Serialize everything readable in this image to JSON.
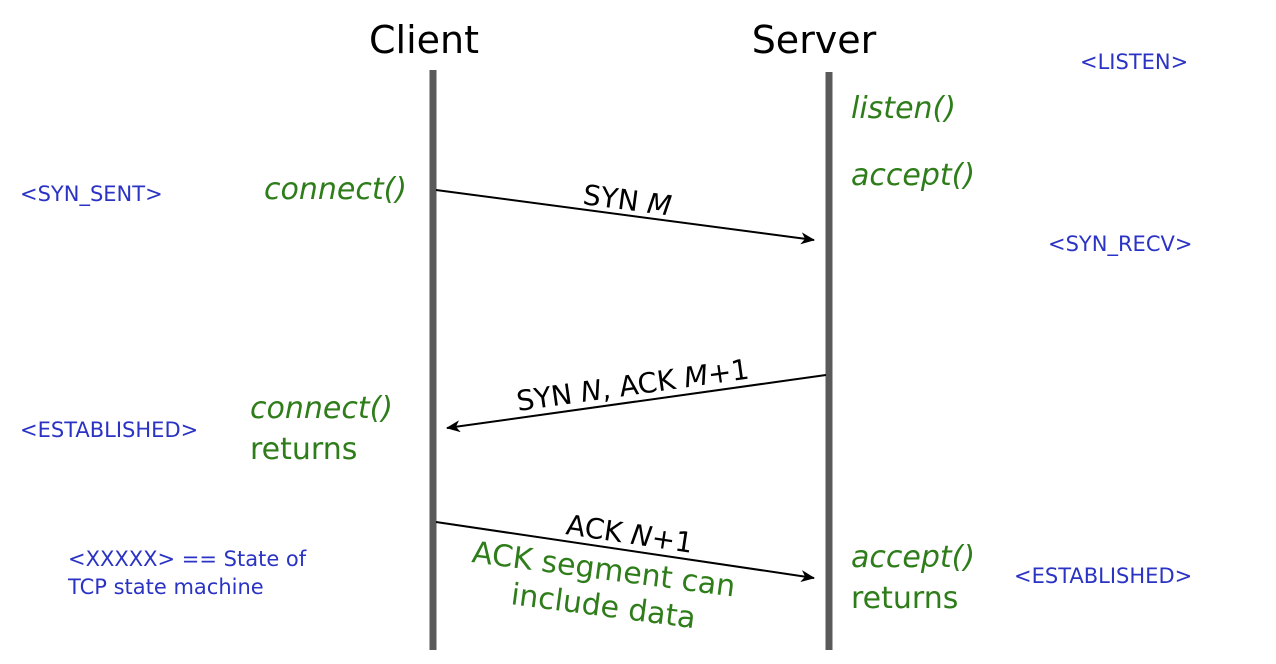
{
  "headers": {
    "client": "Client",
    "server": "Server"
  },
  "client_states": {
    "syn_sent": "<SYN_SENT>",
    "established": "<ESTABLISHED>"
  },
  "server_states": {
    "listen": "<LISTEN>",
    "syn_recv": "<SYN_RECV>",
    "established": "<ESTABLISHED>"
  },
  "client_calls": {
    "connect": "connect()",
    "connect_returns_1": "connect()",
    "connect_returns_2": "returns"
  },
  "server_calls": {
    "listen": "listen()",
    "accept": "accept()",
    "accept_returns_1": "accept()",
    "accept_returns_2": "returns"
  },
  "messages": {
    "syn": {
      "prefix": "SYN ",
      "var": "M"
    },
    "synack": {
      "p1": "SYN ",
      "v1": "N",
      "p2": ", ACK ",
      "v2": "M",
      "p3": "+1"
    },
    "ack": {
      "prefix": "ACK ",
      "var": "N",
      "suffix": "+1"
    }
  },
  "note": {
    "line1": "ACK segment can",
    "line2": "include data"
  },
  "legend": {
    "line1": "<XXXXX> == State of",
    "line2": "TCP state machine"
  },
  "colors": {
    "state": "#2a33c4",
    "call": "#2e7d1a",
    "lifeline": "#5a5a5a"
  }
}
